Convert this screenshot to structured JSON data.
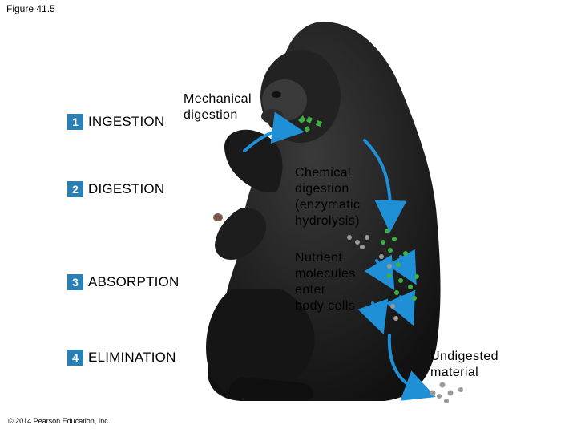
{
  "figure_label": "Figure 41.5",
  "stages": [
    {
      "num": "1",
      "label": "INGESTION"
    },
    {
      "num": "2",
      "label": "DIGESTION"
    },
    {
      "num": "3",
      "label": "ABSORPTION"
    },
    {
      "num": "4",
      "label": "ELIMINATION"
    }
  ],
  "annotations": {
    "mechanical": [
      "Mechanical",
      "digestion"
    ],
    "chemical": [
      "Chemical",
      "digestion",
      "(enzymatic",
      "hydrolysis)"
    ],
    "nutrient": [
      "Nutrient",
      "molecules",
      "enter",
      "body cells"
    ],
    "undigested": [
      "Undigested",
      "material"
    ]
  },
  "copyright": "© 2014 Pearson Education, Inc.",
  "colors": {
    "stage_badge": "#2a7fb5",
    "arrow": "#1f8fd6",
    "nutrient_green": "#3cb043",
    "waste_gray": "#9a9a9a",
    "fur": "#1c1c1c"
  }
}
